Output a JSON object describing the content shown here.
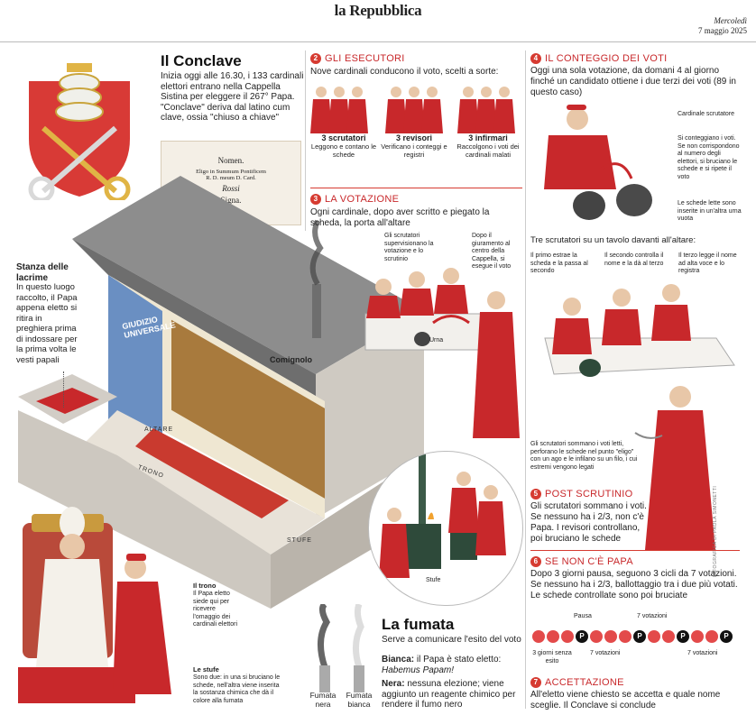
{
  "header": {
    "logo": "la Repubblica",
    "day": "Mercoledì",
    "date": "7 maggio 2025"
  },
  "intro": {
    "title": "Il Conclave",
    "text": "Inizia oggi alle 16.30, i 133 cardinali elettori entrano nella Cappella Sistina per eleggere il 267° Papa. \"Conclave\" deriva dal latino cum clave, ossia \"chiuso a chiave\""
  },
  "ballot": {
    "nomen": "Nomen.",
    "line1": "Eligo in Summum Pontificem",
    "line2": "R. D. meum D. Card.",
    "sig": "Rossi",
    "signa": "Signa."
  },
  "stanza": {
    "title": "Stanza delle lacrime",
    "text": "In questo luogo raccolto, il Papa appena eletto si ritira in preghiera prima di indossare per la prima volta le vesti papali"
  },
  "chapel_labels": {
    "giudizio": "GIUDIZIO UNIVERSALE",
    "altare": "ALTARE",
    "trono": "TRONO",
    "stufe": "STUFE",
    "comignolo": "Comignolo"
  },
  "trono": {
    "title": "Il trono",
    "text": "Il Papa eletto siede qui per ricevere l'omaggio dei cardinali elettori"
  },
  "stufe_note": {
    "title": "Le stufe",
    "text": "Sono due: in una si bruciano le schede, nell'altra viene inserita la sostanza chimica che dà il colore alla fumata"
  },
  "esecutori": {
    "num": "2",
    "title": "GLI ESECUTORI",
    "text": "Nove cardinali conducono il voto, scelti a sorte:",
    "groups": [
      {
        "label": "3 scrutatori",
        "desc": "Leggono e contano le schede"
      },
      {
        "label": "3 revisori",
        "desc": "Verificano i conteggi e registri"
      },
      {
        "label": "3 infirmari",
        "desc": "Raccolgono i voti dei cardinali malati"
      }
    ]
  },
  "votazione": {
    "num": "3",
    "title": "LA VOTAZIONE",
    "text": "Ogni cardinale, dopo aver scritto e piegato la scheda, la porta all'altare",
    "note1": "Gli scrutatori supervisionano la votazione e lo scrutinio",
    "note2": "Dopo il giuramento al centro della Cappella, si esegue il voto",
    "urna": "Urna"
  },
  "stufe_label": "Stufe",
  "fumata": {
    "title": "La fumata",
    "text": "Serve a comunicare l'esito del voto",
    "bianca_t": "Bianca:",
    "bianca_d": "il Papa è stato eletto:",
    "bianca_i": "Habemus Papam!",
    "nera_t": "Nera:",
    "nera_d": "nessuna elezione; viene aggiunto un reagente chimico per rendere il fumo nero",
    "l_nera": "Fumata nera",
    "l_bianca": "Fumata bianca"
  },
  "conteggio": {
    "num": "4",
    "title": "IL CONTEGGIO DEI VOTI",
    "text": "Oggi una sola votazione, da domani 4 al giorno finché un candidato ottiene i due terzi dei voti (89 in questo caso)",
    "n1": "Cardinale scrutatore",
    "n2": "Si conteggiano i voti. Se non corrispondono al numero degli elettori, si bruciano le schede e si ripete il voto",
    "n3": "Le schede lette sono inserite in un'altra urna vuota",
    "tavolo": "Tre scrutatori su un tavolo davanti all'altare:",
    "s1": "Il primo estrae la scheda e la passa al secondo",
    "s2": "Il secondo controlla il nome e la dà al terzo",
    "s3": "Il terzo legge il nome ad alta voce e lo registra",
    "filo": "Gli scrutatori sommano i voti letti, perforano le schede nel punto \"eligo\" con un ago e le infilano su un filo, i cui estremi vengono legati"
  },
  "post": {
    "num": "5",
    "title": "POST SCRUTINIO",
    "text": "Gli scrutatori sommano i voti. Se nessuno ha i 2/3, non c'è Papa. I revisori controllano, poi bruciano le schede"
  },
  "nopapa": {
    "num": "6",
    "title": "SE NON C'È PAPA",
    "text": "Dopo 3 giorni pausa, seguono 3 cicli da 7 votazioni. Se nessuno ha i 2/3, ballottaggio tra i due più votati. Le schede controllate sono poi bruciate",
    "pausa": "Pausa",
    "sette_top": "7 votazioni",
    "giorni": "3 giorni senza esito",
    "sette1": "7 votazioni",
    "sette2": "7 votazioni",
    "p": "P"
  },
  "accettazione": {
    "num": "7",
    "title": "ACCETTAZIONE",
    "text": "All'eletto viene chiesto se accetta e quale nome sceglie. Il Conclave si conclude"
  },
  "credit": "INFOGRAFICA DI PAOLA SIMONETTI",
  "colors": {
    "red": "#d63b31",
    "cardinal": "#c8282b",
    "stone": "#d9d4cc",
    "roof": "#8d8d8d"
  }
}
